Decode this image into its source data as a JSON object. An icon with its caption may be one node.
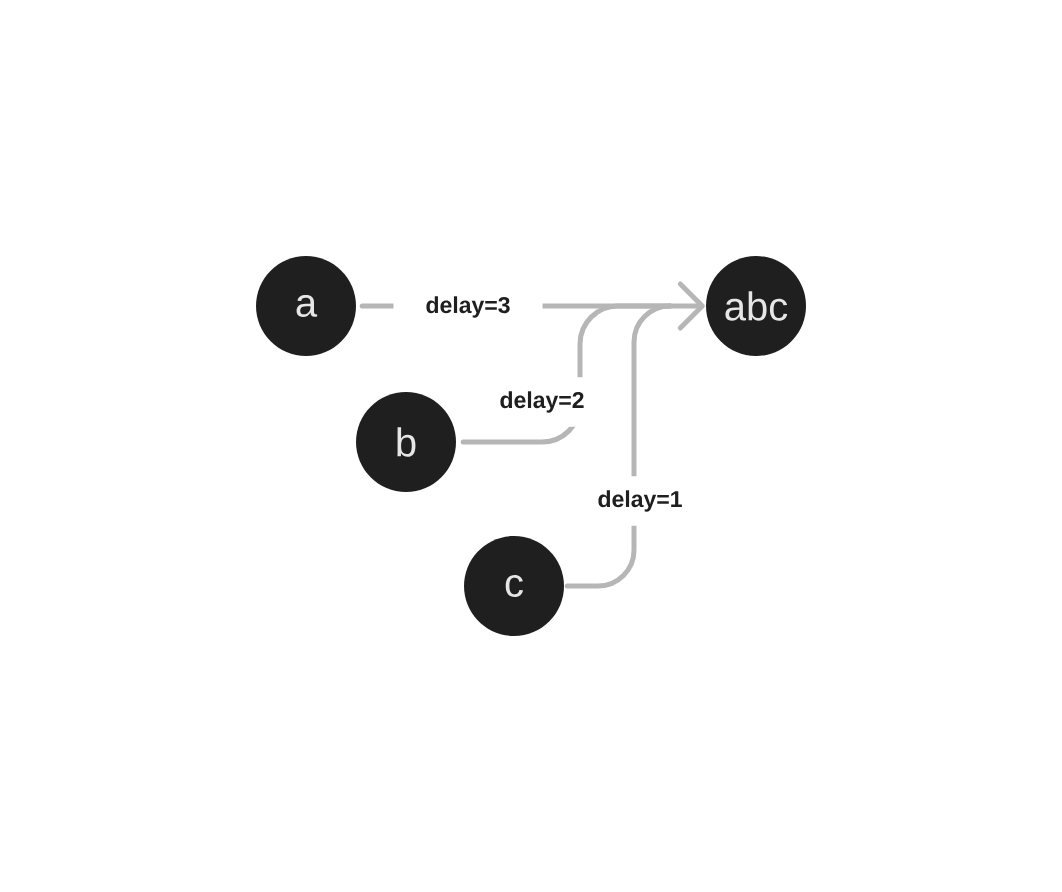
{
  "diagram": {
    "nodes": [
      {
        "text": [
          "a"
        ]
      },
      {
        "text": [
          "abc"
        ]
      },
      {
        "text": [
          "b"
        ]
      },
      {
        "text": [
          "c"
        ]
      }
    ],
    "edges": [
      {
        "from": 0,
        "to": 1,
        "arrow": "to",
        "label": "delay=3"
      },
      {
        "from": 2,
        "to": 1,
        "arrow": "to",
        "label": "delay=2"
      },
      {
        "from": 3,
        "to": 1,
        "arrow": "to",
        "label": "delay=1"
      }
    ]
  }
}
